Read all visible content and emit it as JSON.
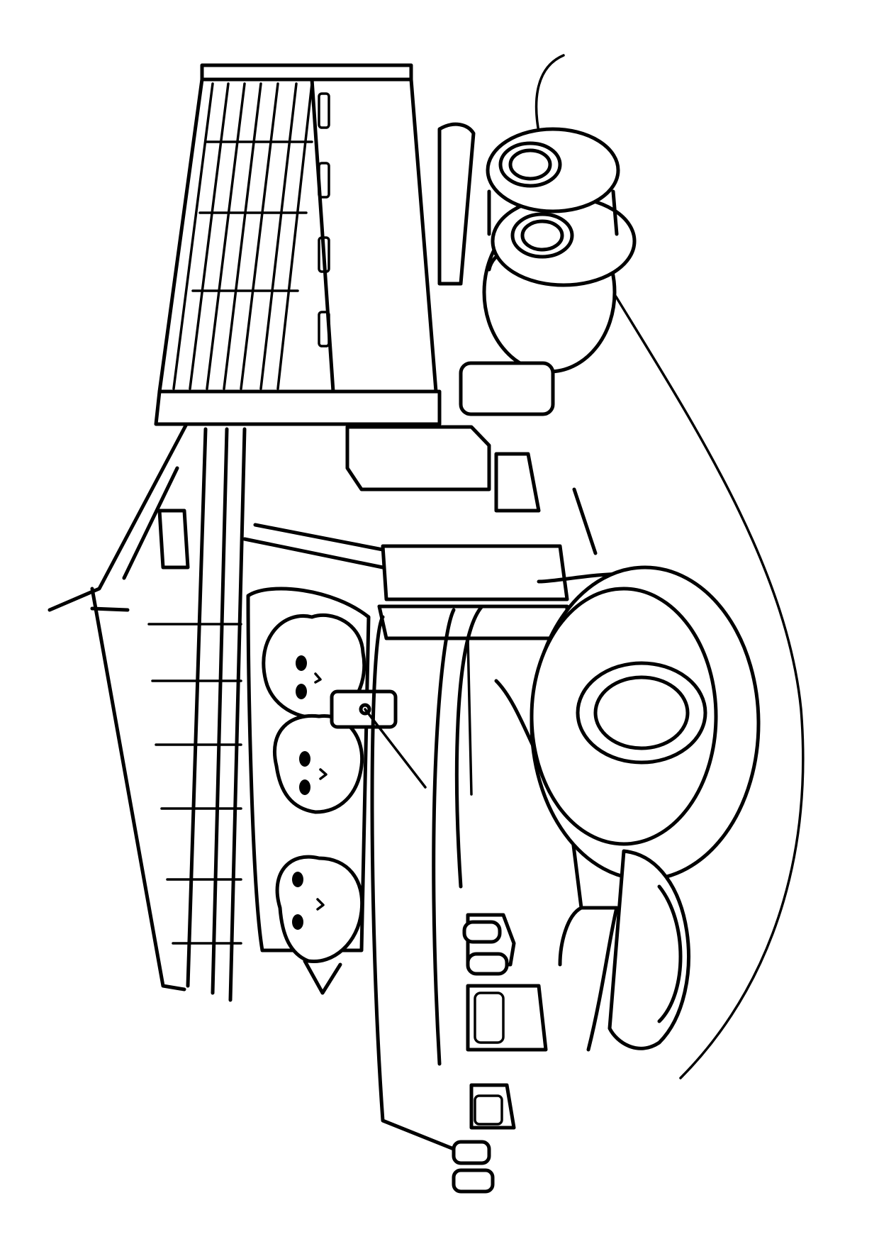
{
  "page": {
    "kind": "coloring-page",
    "background_color": "#ffffff",
    "line_color": "#000000"
  },
  "subject": {
    "vehicle": "flatbed-truck-with-side-rails",
    "passengers": "three-cats-in-cab",
    "orientation": "rotated-90-degrees"
  },
  "watermark": {
    "text": "",
    "visible": true
  }
}
